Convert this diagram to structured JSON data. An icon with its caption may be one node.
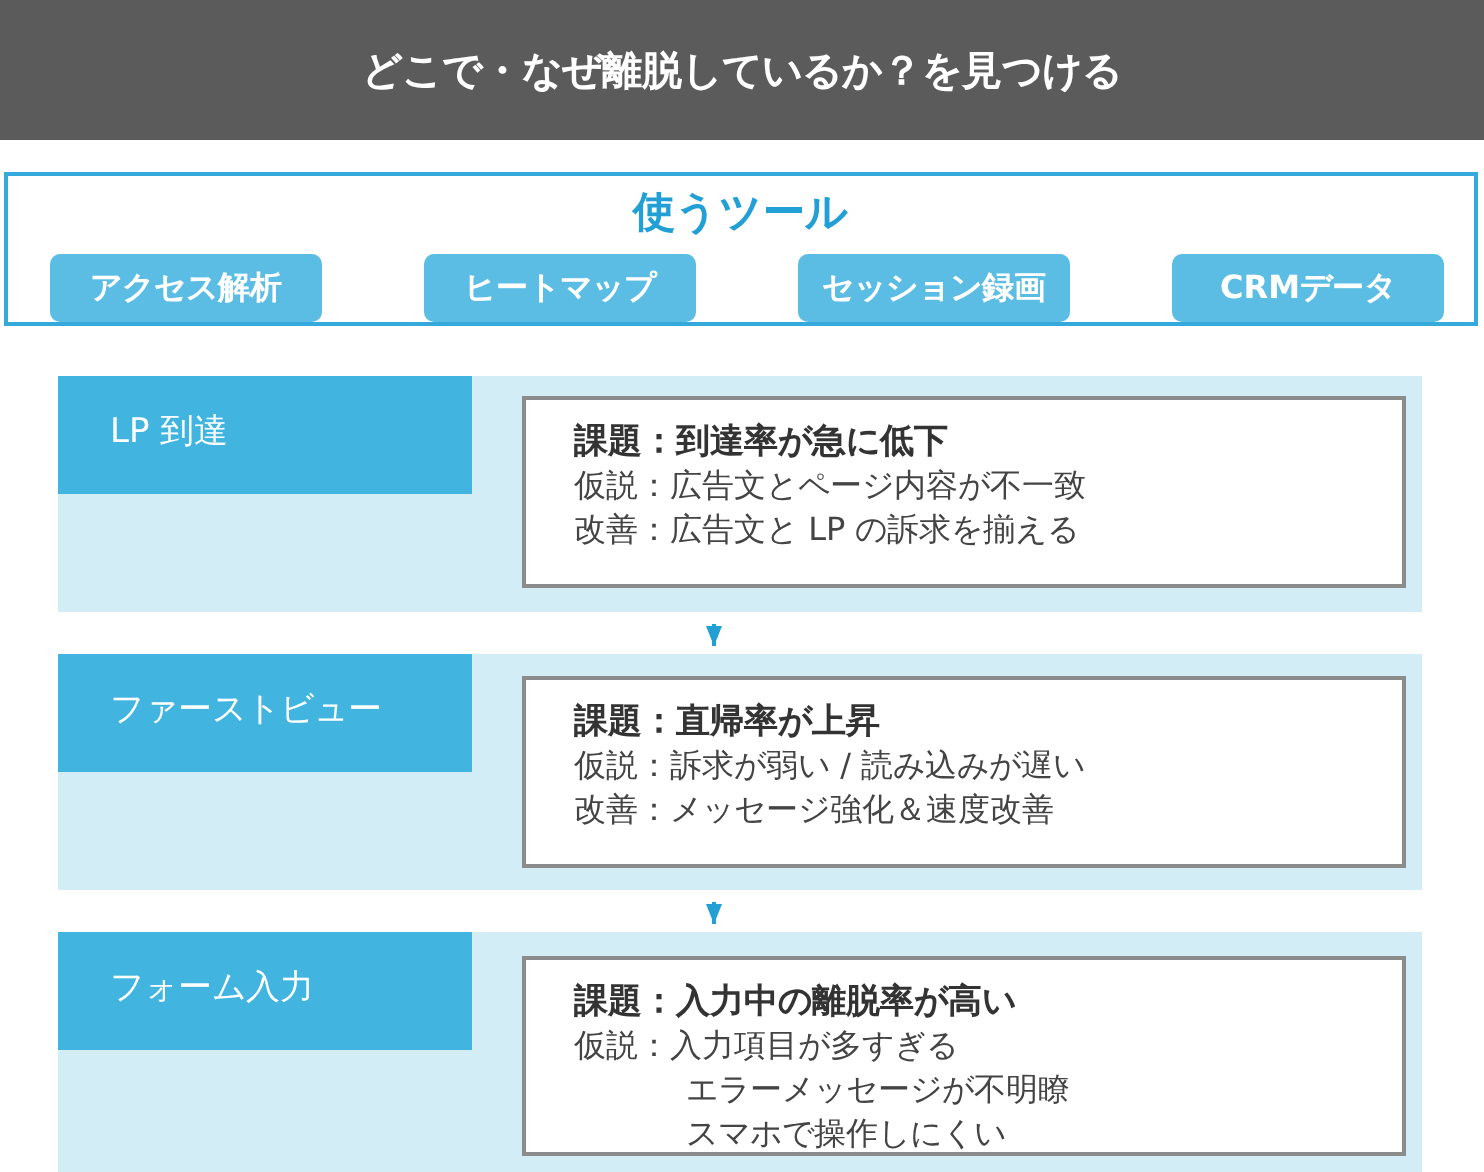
{
  "diagram": {
    "title": "どこで・なぜ離脱しているか？を見つける",
    "nodes": [
      {
        "text": [
          "使うツール"
        ]
      },
      {
        "text": [
          "アクセス解析"
        ],
        "in": 0
      },
      {
        "text": [
          "ヒートマップ"
        ],
        "in": 0
      },
      {
        "text": [
          "セッション録画"
        ],
        "in": 0
      },
      {
        "text": [
          "CRMデータ"
        ],
        "in": 0
      },
      {
        "text": [
          "LP 到達"
        ]
      },
      {
        "text": [
          "課題：到達率が急に低下",
          "仮説：広告文とページ内容が不一致",
          "改善：広告文と LP の訴求を揃える"
        ],
        "in": 5
      },
      {
        "text": [
          "ファーストビュー"
        ]
      },
      {
        "text": [
          "課題：直帰率が上昇",
          "仮説：訴求が弱い / 読み込みが遅い",
          "改善：メッセージ強化＆速度改善"
        ],
        "in": 7
      },
      {
        "text": [
          "フォーム入力"
        ]
      },
      {
        "text": [
          "課題：入力中の離脱率が高い",
          "仮説：入力項目が多すぎる",
          "エラーメッセージが不明瞭",
          "スマホで操作しにくい"
        ],
        "in": 9
      }
    ],
    "edges": [
      {
        "from": 5,
        "to": 7,
        "arrow": "to"
      },
      {
        "from": 7,
        "to": 9,
        "arrow": "to"
      }
    ]
  }
}
